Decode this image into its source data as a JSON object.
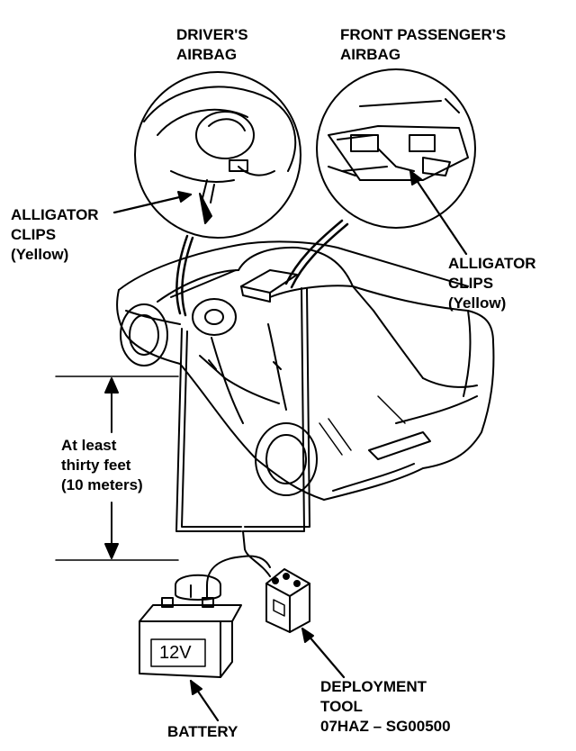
{
  "labels": {
    "drivers_airbag": [
      "DRIVER'S",
      "AIRBAG"
    ],
    "passenger_airbag": [
      "FRONT PASSENGER'S",
      "AIRBAG"
    ],
    "alligator_left": [
      "ALLIGATOR",
      "CLIPS",
      "(Yellow)"
    ],
    "alligator_right": [
      "ALLIGATOR",
      "CLIPS",
      "(Yellow)"
    ],
    "distance": [
      "At least",
      "thirty feet",
      "(10 meters)"
    ],
    "battery": "BATTERY",
    "battery_voltage": "12V",
    "deployment_tool": [
      "DEPLOYMENT",
      "TOOL",
      "07HAZ – SG00500"
    ]
  },
  "colors": {
    "ink": "#000000",
    "paper": "#ffffff"
  }
}
